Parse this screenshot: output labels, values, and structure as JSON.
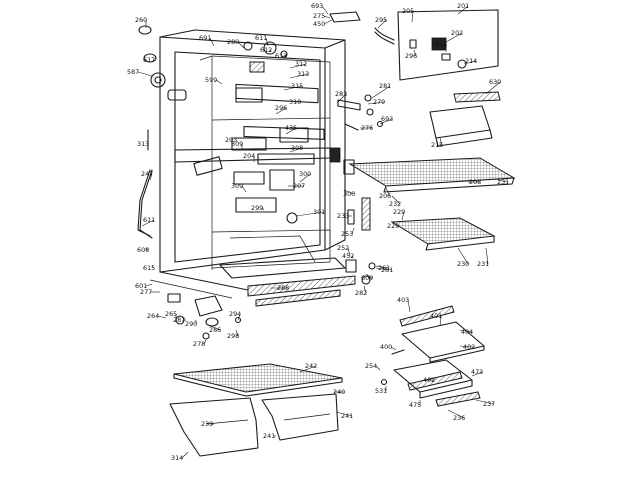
{
  "diagram": {
    "labels": [
      "260",
      "691",
      "693",
      "275",
      "450",
      "295",
      "205",
      "201",
      "202",
      "296",
      "608",
      "214",
      "280",
      "611",
      "612",
      "613",
      "281",
      "630",
      "279",
      "693",
      "276",
      "283",
      "215",
      "310",
      "315",
      "313",
      "312",
      "599",
      "296",
      "435",
      "309",
      "204",
      "308",
      "207",
      "309",
      "299",
      "203",
      "300",
      "301",
      "206",
      "208",
      "232",
      "231",
      "233",
      "253",
      "300",
      "229",
      "229",
      "230",
      "231",
      "252",
      "452",
      "261",
      "281",
      "282",
      "609",
      "277",
      "264",
      "265",
      "287",
      "286",
      "278",
      "290",
      "288",
      "294",
      "298",
      "403",
      "401",
      "404",
      "400",
      "402",
      "254",
      "473",
      "402",
      "531",
      "475",
      "236",
      "237",
      "242",
      "240",
      "241",
      "239",
      "241",
      "314",
      "313",
      "247",
      "611",
      "608",
      "601",
      "615",
      "617",
      "587"
    ]
  }
}
